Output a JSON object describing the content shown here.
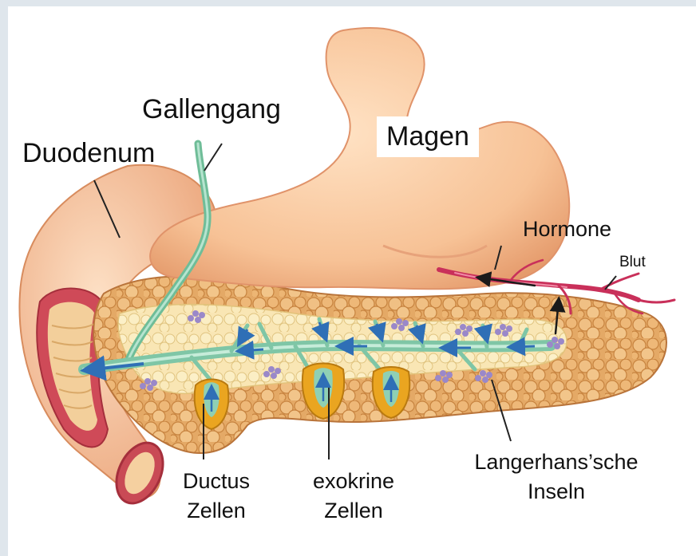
{
  "labels": {
    "gallengang": "Gallengang",
    "duodenum": "Duodenum",
    "magen": "Magen",
    "hormone": "Hormone",
    "blut": "Blut",
    "ductus": "Ductus",
    "ductus_zellen": "Zellen",
    "exokrine": "exokrine",
    "exokrine_zellen": "Zellen",
    "langerhans": "Langerhans’sche",
    "inseln": "Inseln"
  },
  "colors": {
    "stomach": "#f6c195",
    "pancreas": "#e2a25e",
    "duct": "#7fc6a6",
    "arrow": "#2f6fb6",
    "blood": "#c9305a",
    "islet": "#9a88c9",
    "acinus": "#e9a11e"
  }
}
